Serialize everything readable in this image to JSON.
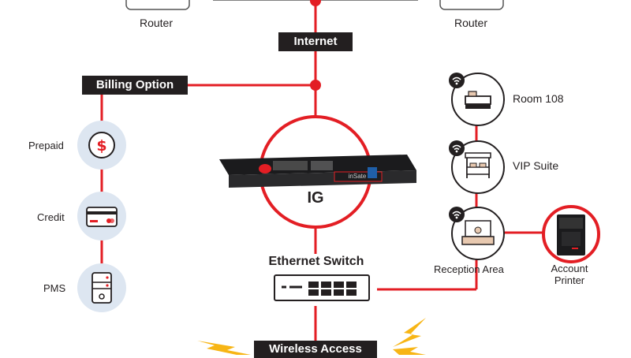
{
  "diagram": {
    "routers": [
      {
        "label": "Router"
      },
      {
        "label": "Router"
      }
    ],
    "internet_label": "Internet",
    "billing_label": "Billing Option",
    "billing_options": [
      {
        "label": "Prepaid",
        "icon": "dollar-icon"
      },
      {
        "label": "Credit",
        "icon": "credit-card-icon"
      },
      {
        "label": "PMS",
        "icon": "server-icon"
      }
    ],
    "gateway_label": "IG",
    "gateway_brand": "inSate",
    "switch_label": "Ethernet Switch",
    "wireless_label": "Wireless Access",
    "rooms": [
      {
        "label": "Room 108",
        "icon": "bed-icon"
      },
      {
        "label": "VIP Suite",
        "icon": "canopy-bed-icon"
      },
      {
        "label": "Reception Area",
        "icon": "reception-desk-icon"
      }
    ],
    "printer_label": "Account\nPrinter",
    "colors": {
      "accent": "#e31e24",
      "dark": "#231f20",
      "icon_bg": "#dde6f1"
    }
  }
}
